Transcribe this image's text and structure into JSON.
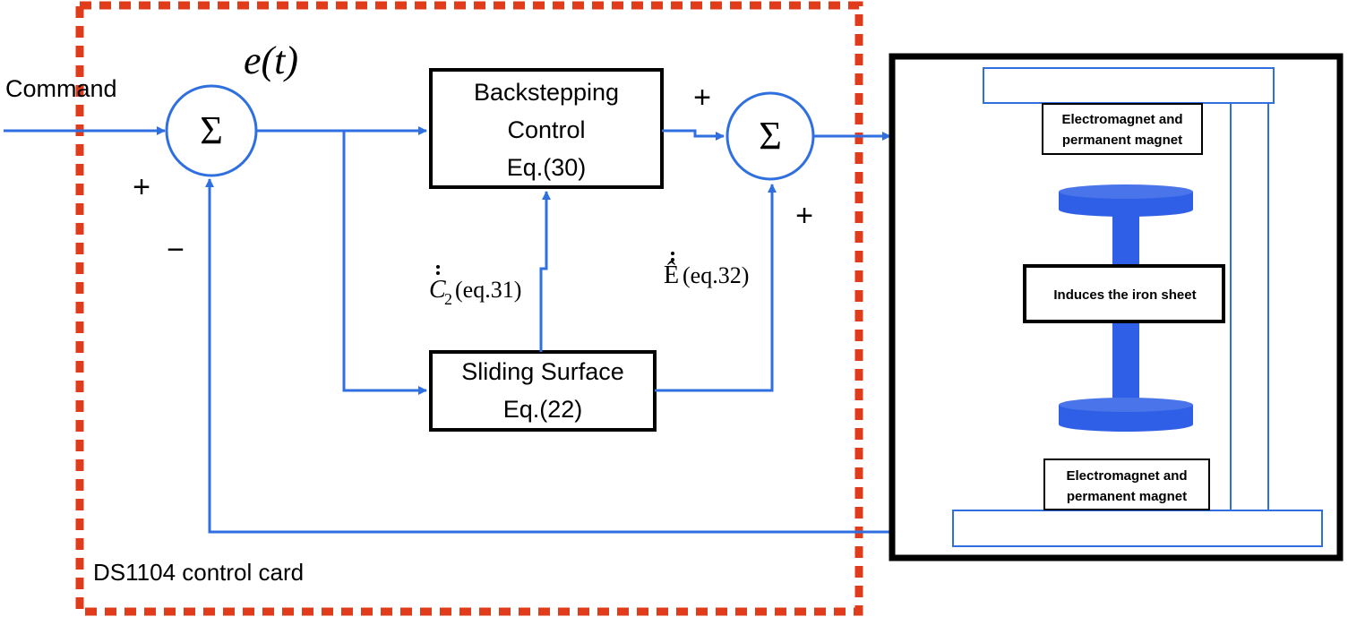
{
  "colors": {
    "wire": "#2f6fe0",
    "control_card_border": "#e03c1c",
    "rotor": "#2f5fe6",
    "plant_frame": "#2f6fe0",
    "block_border": "#000000"
  },
  "labels": {
    "command": "Command",
    "error": "e(t)",
    "control_card": "DS1104 control card",
    "sum_left_plus": "+",
    "sum_left_minus": "−",
    "sum_right_top_plus": "+",
    "sum_right_bottom_plus": "+",
    "c2_symbol": "C",
    "c2_subscript": "2",
    "c2_eq": "(eq.31)",
    "e_symbol": "Ê",
    "e_eq": "(eq.32)"
  },
  "sum_symbol": "Σ",
  "blocks": {
    "backstepping": [
      "Backstepping",
      "Control",
      "Eq.(30)"
    ],
    "sliding": [
      "Sliding Surface",
      "Eq.(22)"
    ]
  },
  "plant": {
    "top_magnet": [
      "Electromagnet and",
      "permanent magnet"
    ],
    "middle": "Induces the iron sheet",
    "bottom_magnet": [
      "Electromagnet and",
      "permanent magnet"
    ]
  }
}
